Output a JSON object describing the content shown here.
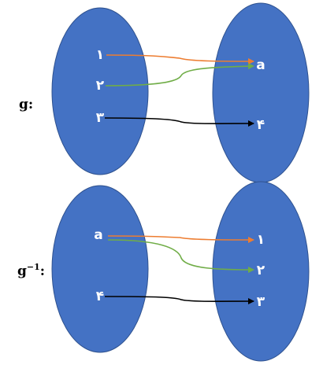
{
  "colors": {
    "set_fill": "#4472C4",
    "set_stroke": "#2F528F",
    "arrow_orange": "#ED7D31",
    "arrow_green": "#70AD47",
    "arrow_black": "#000000"
  },
  "mapping_g": {
    "label": "g:",
    "domain": [
      "۱",
      "۲",
      "۳"
    ],
    "codomain": [
      "a",
      "۴"
    ]
  },
  "mapping_g_inverse": {
    "label_base": "g",
    "label_exponent": "−1",
    "label_suffix": ":",
    "domain": [
      "a",
      "۴"
    ],
    "codomain": [
      "۱",
      "۲",
      "۳"
    ]
  }
}
